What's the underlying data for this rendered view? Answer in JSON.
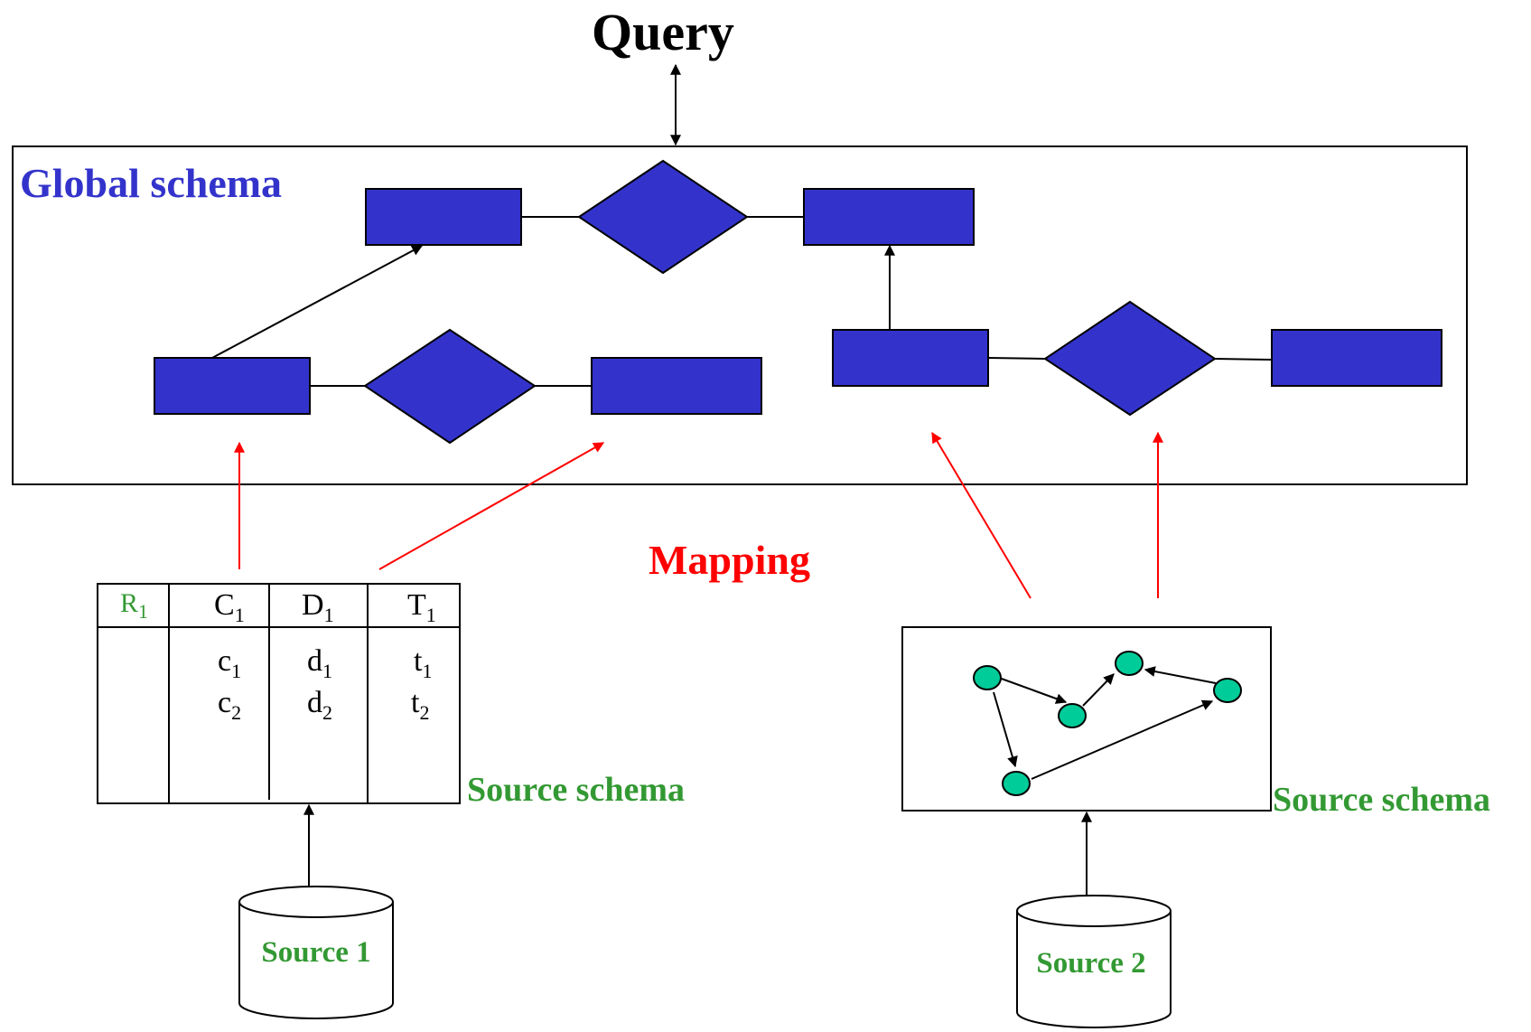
{
  "query_label": "Query",
  "global_schema_label": "Global  schema",
  "mapping_label": "Mapping",
  "source1": {
    "schema_label": "Source  schema",
    "db_label": "Source 1",
    "relation": {
      "name": {
        "base": "R",
        "sub": "1"
      },
      "columns": [
        {
          "base": "C",
          "sub": "1"
        },
        {
          "base": "D",
          "sub": "1"
        },
        {
          "base": "T",
          "sub": "1"
        }
      ],
      "rows": [
        [
          {
            "base": "c",
            "sub": "1"
          },
          {
            "base": "d",
            "sub": "1"
          },
          {
            "base": "t",
            "sub": "1"
          }
        ],
        [
          {
            "base": "c",
            "sub": "2"
          },
          {
            "base": "d",
            "sub": "2"
          },
          {
            "base": "t",
            "sub": "2"
          }
        ]
      ]
    }
  },
  "source2": {
    "schema_label": "Source  schema",
    "db_label": "Source 2"
  },
  "colors": {
    "entity_fill": "#3333cc",
    "global_label": "#3333cc",
    "mapping": "#ff0000",
    "source_text": "#339933",
    "graph_node": "#00cc99"
  }
}
